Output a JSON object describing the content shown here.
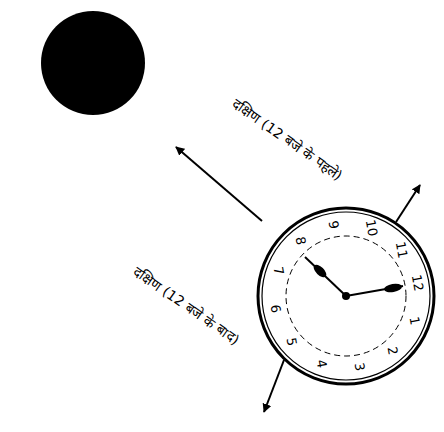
{
  "diagram": {
    "labels": [
      "दक्षिण (12 बजे के पहले)",
      "दक्षिण (12 बजे के बाद)",
      "12",
      "1",
      "2",
      "3",
      "4",
      "5",
      "6",
      "7",
      "8",
      "9",
      "10",
      "11"
    ]
  }
}
